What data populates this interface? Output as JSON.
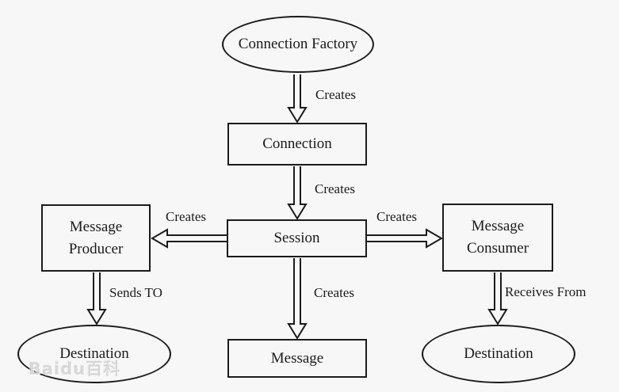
{
  "diagram": {
    "background_color": "#f7f7f7",
    "line_color": "#1b1b1b",
    "text_color": "#1b1b1b",
    "nodes": {
      "connection_factory": {
        "label": "Connection Factory",
        "shape": "ellipse"
      },
      "connection": {
        "label": "Connection",
        "shape": "rect"
      },
      "session": {
        "label": "Session",
        "shape": "rect"
      },
      "message_producer": {
        "label": "Message Producer",
        "shape": "rect"
      },
      "message_consumer": {
        "label": "Message Consumer",
        "shape": "rect"
      },
      "message": {
        "label": "Message",
        "shape": "rect"
      },
      "destination_left": {
        "label": "Destination",
        "shape": "ellipse"
      },
      "destination_right": {
        "label": "Destination",
        "shape": "ellipse"
      }
    },
    "edges": {
      "factory_to_connection": {
        "label": "Creates",
        "from": "connection_factory",
        "to": "connection"
      },
      "connection_to_session": {
        "label": "Creates",
        "from": "connection",
        "to": "session"
      },
      "session_to_producer": {
        "label": "Creates",
        "from": "session",
        "to": "message_producer"
      },
      "session_to_consumer": {
        "label": "Creates",
        "from": "session",
        "to": "message_consumer"
      },
      "session_to_message": {
        "label": "Creates",
        "from": "session",
        "to": "message"
      },
      "producer_to_destination": {
        "label": "Sends TO",
        "from": "message_producer",
        "to": "destination_left"
      },
      "consumer_to_destination": {
        "label": "Receives From",
        "from": "message_consumer",
        "to": "destination_right"
      }
    },
    "watermark": {
      "text": "Baidu百科"
    }
  }
}
